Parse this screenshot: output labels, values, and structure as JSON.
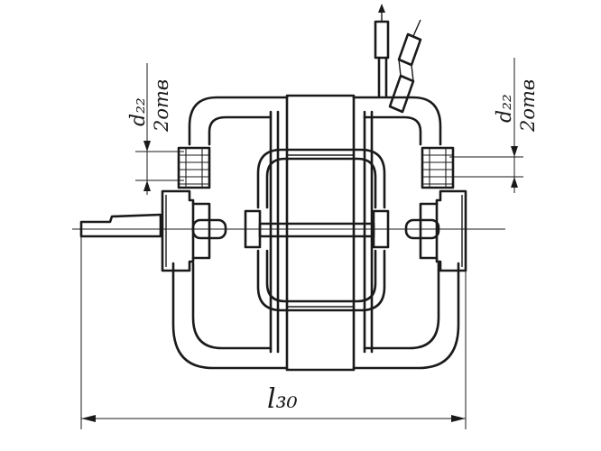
{
  "labels": {
    "left_dim_main": "d₂₂",
    "left_dim_sub": "2отв",
    "right_dim_main": "d₂₂",
    "right_dim_sub": "2отв",
    "length_dim": "l₃₀"
  }
}
